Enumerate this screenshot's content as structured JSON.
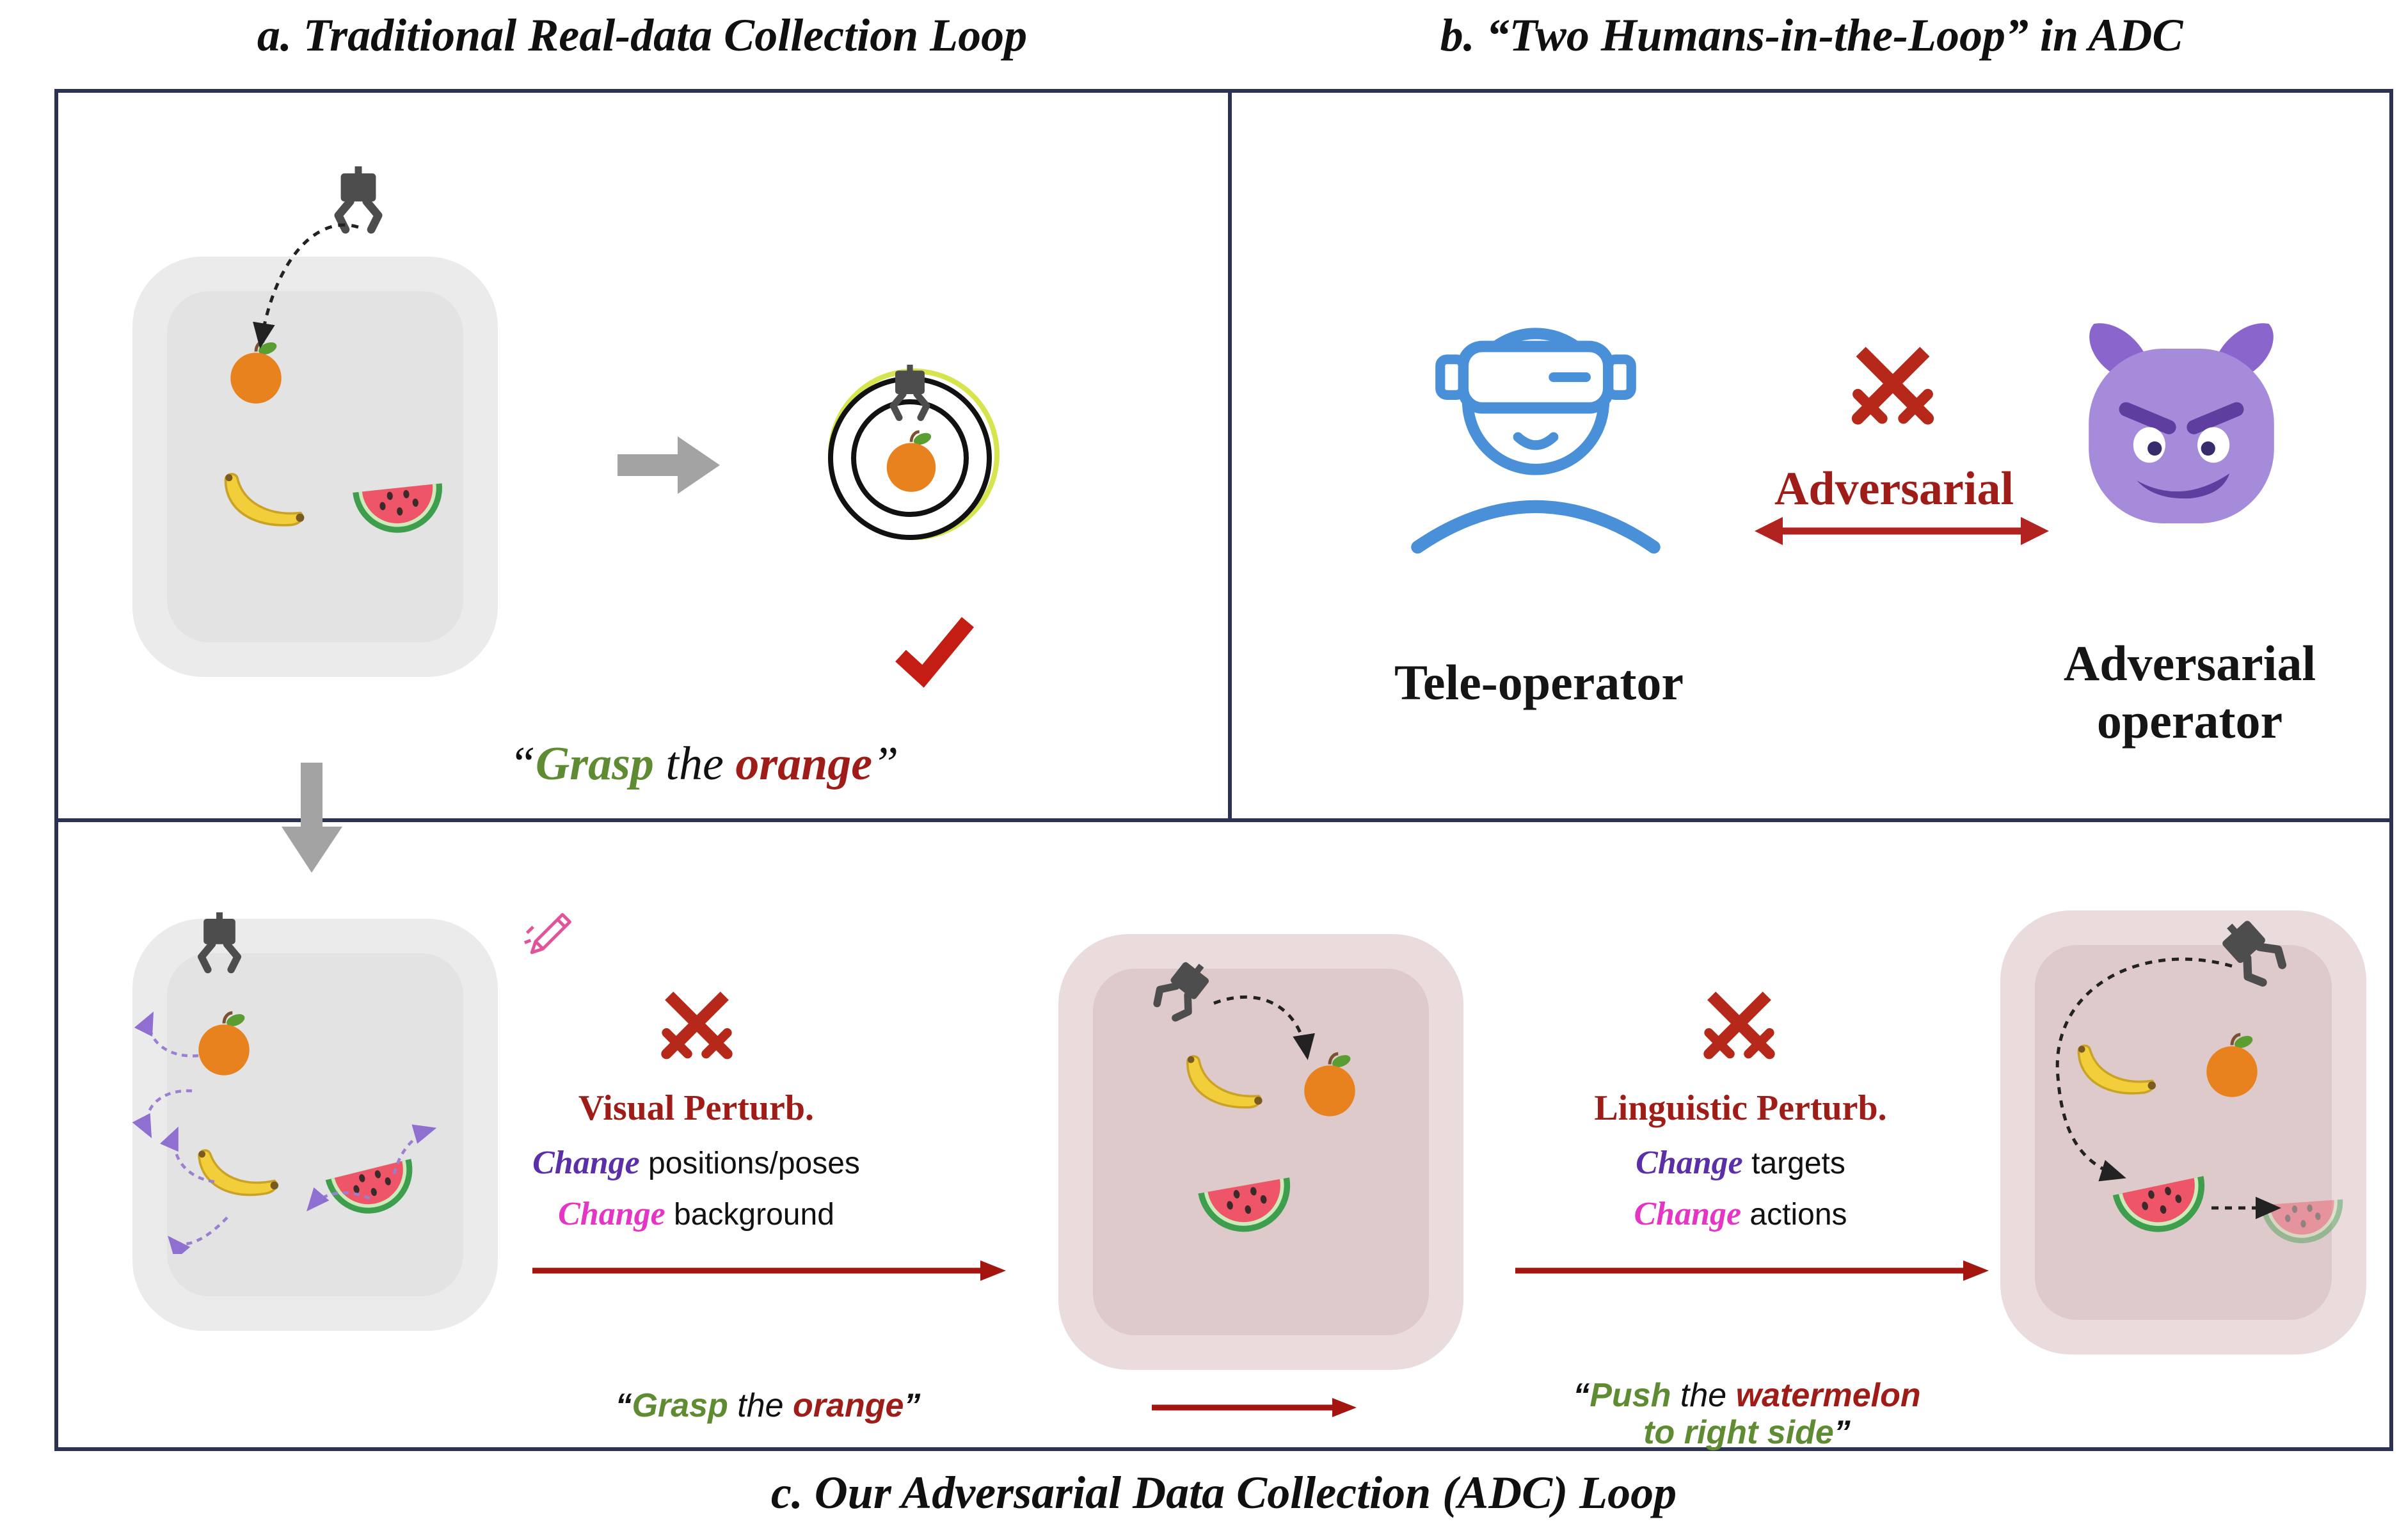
{
  "titles": {
    "a": "a. Traditional Real-data Collection Loop",
    "b": "b. “Two Humans-in-the-Loop” in ADC",
    "c": "c. Our Adversarial Data Collection (ADC) Loop"
  },
  "panel_a": {
    "caption": {
      "open": "“",
      "verb": "Grasp",
      "mid": " the ",
      "object": "orange",
      "close": "”"
    }
  },
  "panel_b": {
    "tele_operator_label": "Tele-operator",
    "adversarial_label": "Adversarial",
    "adversarial_operator_label": [
      "Adversarial",
      "operator"
    ]
  },
  "panel_c": {
    "visual": {
      "title": "Visual Perturb.",
      "lines": [
        {
          "keyword": "Change",
          "rest": " positions/poses"
        },
        {
          "keyword": "Change",
          "rest": " background"
        }
      ]
    },
    "linguistic": {
      "title": "Linguistic Perturb.",
      "lines": [
        {
          "keyword": "Change",
          "rest": " targets"
        },
        {
          "keyword": "Change",
          "rest": " actions"
        }
      ]
    },
    "caption_grasp": {
      "open": "“",
      "verb": "Grasp",
      "mid": " the ",
      "object": "orange",
      "close": "”"
    },
    "caption_push": {
      "open": "“",
      "verb": "Push",
      "mid": " the ",
      "object": "watermelon",
      "line2": "to right side",
      "close": "”"
    }
  },
  "icons": [
    "robot-gripper-icon",
    "orange-icon",
    "banana-icon",
    "watermelon-icon",
    "target-circle-icon",
    "checkmark-icon",
    "vr-teleoperator-icon",
    "crossed-swords-icon",
    "devil-icon",
    "pencil-edit-icon"
  ],
  "colors": {
    "border_navy": "#2c3254",
    "green_verb": "#5f8b33",
    "dark_red_text": "#9e1d18",
    "arrow_red": "#a41510",
    "double_arrow_red": "#b22220",
    "purple_keyword": "#5b2fa8",
    "magenta_keyword": "#e535c5",
    "swords_red": "#b5281a",
    "teleop_blue": "#4a90d9",
    "devil_purple": "#a78bdb",
    "check_red": "#c41e14",
    "gray_arrow": "#a3a3a3",
    "purple_arrow": "#9b7fd0"
  }
}
